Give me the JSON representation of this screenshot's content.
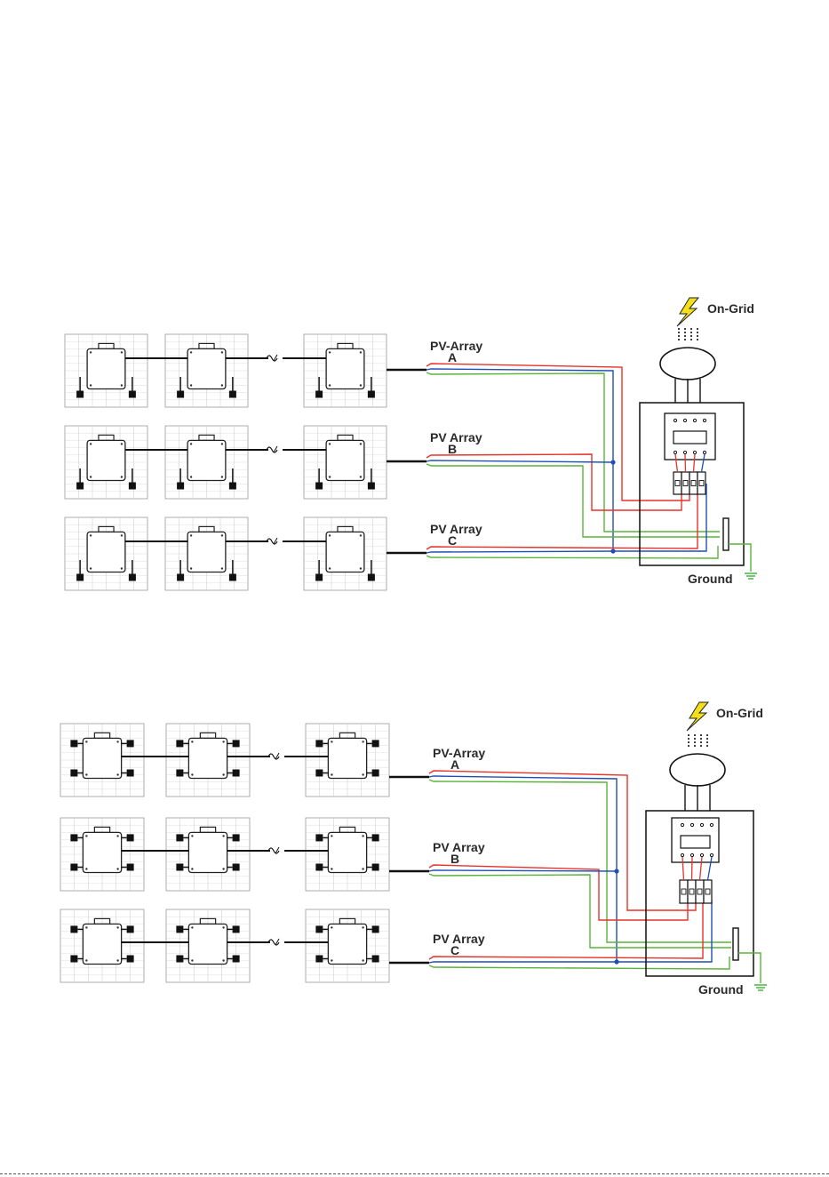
{
  "diagrams": [
    {
      "grid_label": "On-Grid",
      "ground_label": "Ground",
      "arrays": [
        {
          "label_line1": "PV-Array",
          "label_line2": "A"
        },
        {
          "label_line1": "PV Array",
          "label_line2": "B"
        },
        {
          "label_line1": "PV Array",
          "label_line2": "C"
        }
      ]
    },
    {
      "grid_label": "On-Grid",
      "ground_label": "Ground",
      "arrays": [
        {
          "label_line1": "PV-Array",
          "label_line2": "A"
        },
        {
          "label_line1": "PV Array",
          "label_line2": "B"
        },
        {
          "label_line1": "PV Array",
          "label_line2": "C"
        }
      ]
    }
  ],
  "colors": {
    "line_red": "#e8322b",
    "line_blue": "#1f4fb5",
    "line_green": "#5ab43a",
    "lightning": "#f3e01a",
    "ground_symbol": "#3fae3a"
  }
}
